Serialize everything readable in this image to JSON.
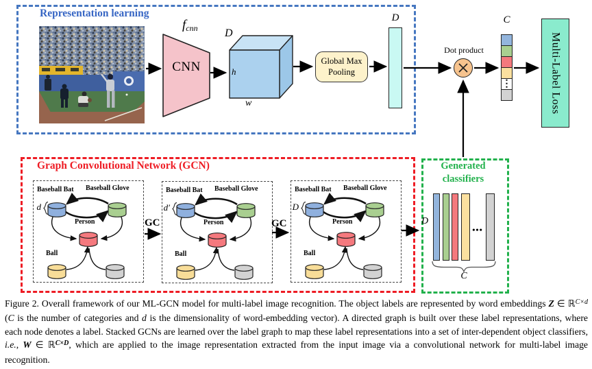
{
  "palette": {
    "rep_box_border": "#4677c0",
    "rep_title_color": "#3766c4",
    "gcn_box_border": "#ee1c24",
    "classifier_box_border": "#22b14c",
    "cnn_fill": "#f5c3ca",
    "cube_front": "#abd1ee",
    "cube_top": "#c8e3f5",
    "cube_side": "#9cc7e8",
    "pooling_fill": "#fdf2cb",
    "feature_bar_fill": "#c9f9f3",
    "dot_circle_fill": "#f6c38e",
    "loss_fill": "#8aebcd",
    "node_blue": "#8fb0de",
    "node_green": "#a9cf90",
    "node_red": "#f5797e",
    "node_yellow": "#f8dd98",
    "node_gray": "#d2d2d2"
  },
  "representation": {
    "title": "Representation learning",
    "cnn": "CNN",
    "fcnn_base": "f",
    "fcnn_sub": "cnn",
    "cube_depth": "D",
    "cube_height": "h",
    "cube_width": "w",
    "pooling": "Global Max Pooling",
    "feature_dim": "D"
  },
  "fusion": {
    "dot_product": "Dot product",
    "score_dim": "C",
    "score_dots": "⋮",
    "loss": "Multi-Label Loss"
  },
  "gcn": {
    "title": "Graph Convolutional Network (GCN)",
    "gc": "GC",
    "nodes": {
      "bat": "Baseball Bat",
      "glove": "Baseball Glove",
      "person": "Person",
      "ball": "Ball"
    },
    "panels": [
      {
        "dim_label": "d"
      },
      {
        "dim_label": "d′"
      },
      {
        "dim_label": "D"
      }
    ]
  },
  "classifiers": {
    "title": "Generated classifiers",
    "dim_label": "D",
    "count_label": "C",
    "dots": "•••"
  },
  "caption": {
    "segments": [
      {
        "s": "p",
        "t": "Figure 2. Overall framework of our ML-GCN model for multi-label image recognition. The object labels are represented by word embeddings "
      },
      {
        "s": "bi",
        "t": "Z"
      },
      {
        "s": "p",
        "t": " ∈ ℝ"
      },
      {
        "s": "supi",
        "t": "C×d"
      },
      {
        "s": "p",
        "t": " ("
      },
      {
        "s": "i",
        "t": "C"
      },
      {
        "s": "p",
        "t": " is the number of categories and "
      },
      {
        "s": "i",
        "t": "d"
      },
      {
        "s": "p",
        "t": " is the dimensionality of word-embedding vector). A directed graph is built over these label representations, where each node denotes a label. Stacked GCNs are learned over the label graph to map these label representations into a set of inter-dependent object classifiers, "
      },
      {
        "s": "i",
        "t": "i.e."
      },
      {
        "s": "p",
        "t": ", "
      },
      {
        "s": "bi",
        "t": "W"
      },
      {
        "s": "p",
        "t": " ∈ ℝ"
      },
      {
        "s": "supbi",
        "t": "C×D"
      },
      {
        "s": "p",
        "t": ", which are applied to the image representation extracted from the input image via a convolutional network for multi-label image recognition."
      }
    ]
  }
}
